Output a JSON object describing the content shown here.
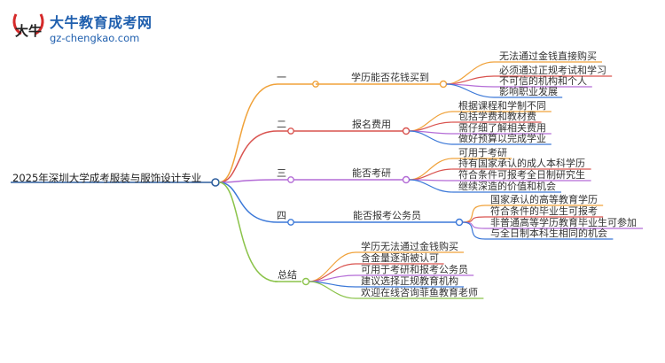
{
  "logo": {
    "title": "大牛教育成考网",
    "url": "gz-chengkao.com",
    "mark_text": "大牛"
  },
  "mindmap": {
    "root": "2025年深圳大学成考服装与服饰设计专业",
    "branches": [
      {
        "number": "一",
        "label": "学历能否花钱买到",
        "color": "#f0a23a",
        "children": [
          "无法通过金钱直接购买",
          "必须通过正规考试和学习",
          "不可信的机构和个人",
          "影响职业发展"
        ]
      },
      {
        "number": "二",
        "label": "报名费用",
        "color": "#d9534f",
        "children": [
          "根据课程和学制不同",
          "包括学费和教材费",
          "需仔细了解相关费用",
          "做好预算以完成学业"
        ]
      },
      {
        "number": "三",
        "label": "能否考研",
        "color": "#b36bd6",
        "children": [
          "可用于考研",
          "持有国家承认的成人本科学历",
          "符合条件可报考全日制研究生",
          "继续深造的价值和机会"
        ]
      },
      {
        "number": "四",
        "label": "能否报考公务员",
        "color": "#3b78d8",
        "children": [
          "国家承认的高等教育学历",
          "符合条件的毕业生可报考",
          "非普通高等学历教育毕业生可参加",
          "与全日制本科生相同的机会"
        ]
      },
      {
        "number": "",
        "label": "总结",
        "color": "#8bc34a",
        "children": [
          "学历无法通过金钱购买",
          "含金量逐渐被认可",
          "可用于考研和报考公务员",
          "建议选择正规教育机构",
          "欢迎在线咨询菲鱼教育老师"
        ]
      }
    ]
  },
  "colors": {
    "root_line": "#2f5f9e",
    "branch_line": "#6a6a6a",
    "child_colors": [
      "#f0a23a",
      "#d9534f",
      "#b36bd6",
      "#3b78d8",
      "#8bc34a"
    ],
    "logo_blue": "#1f5fae",
    "logo_red": "#d62a2a"
  }
}
